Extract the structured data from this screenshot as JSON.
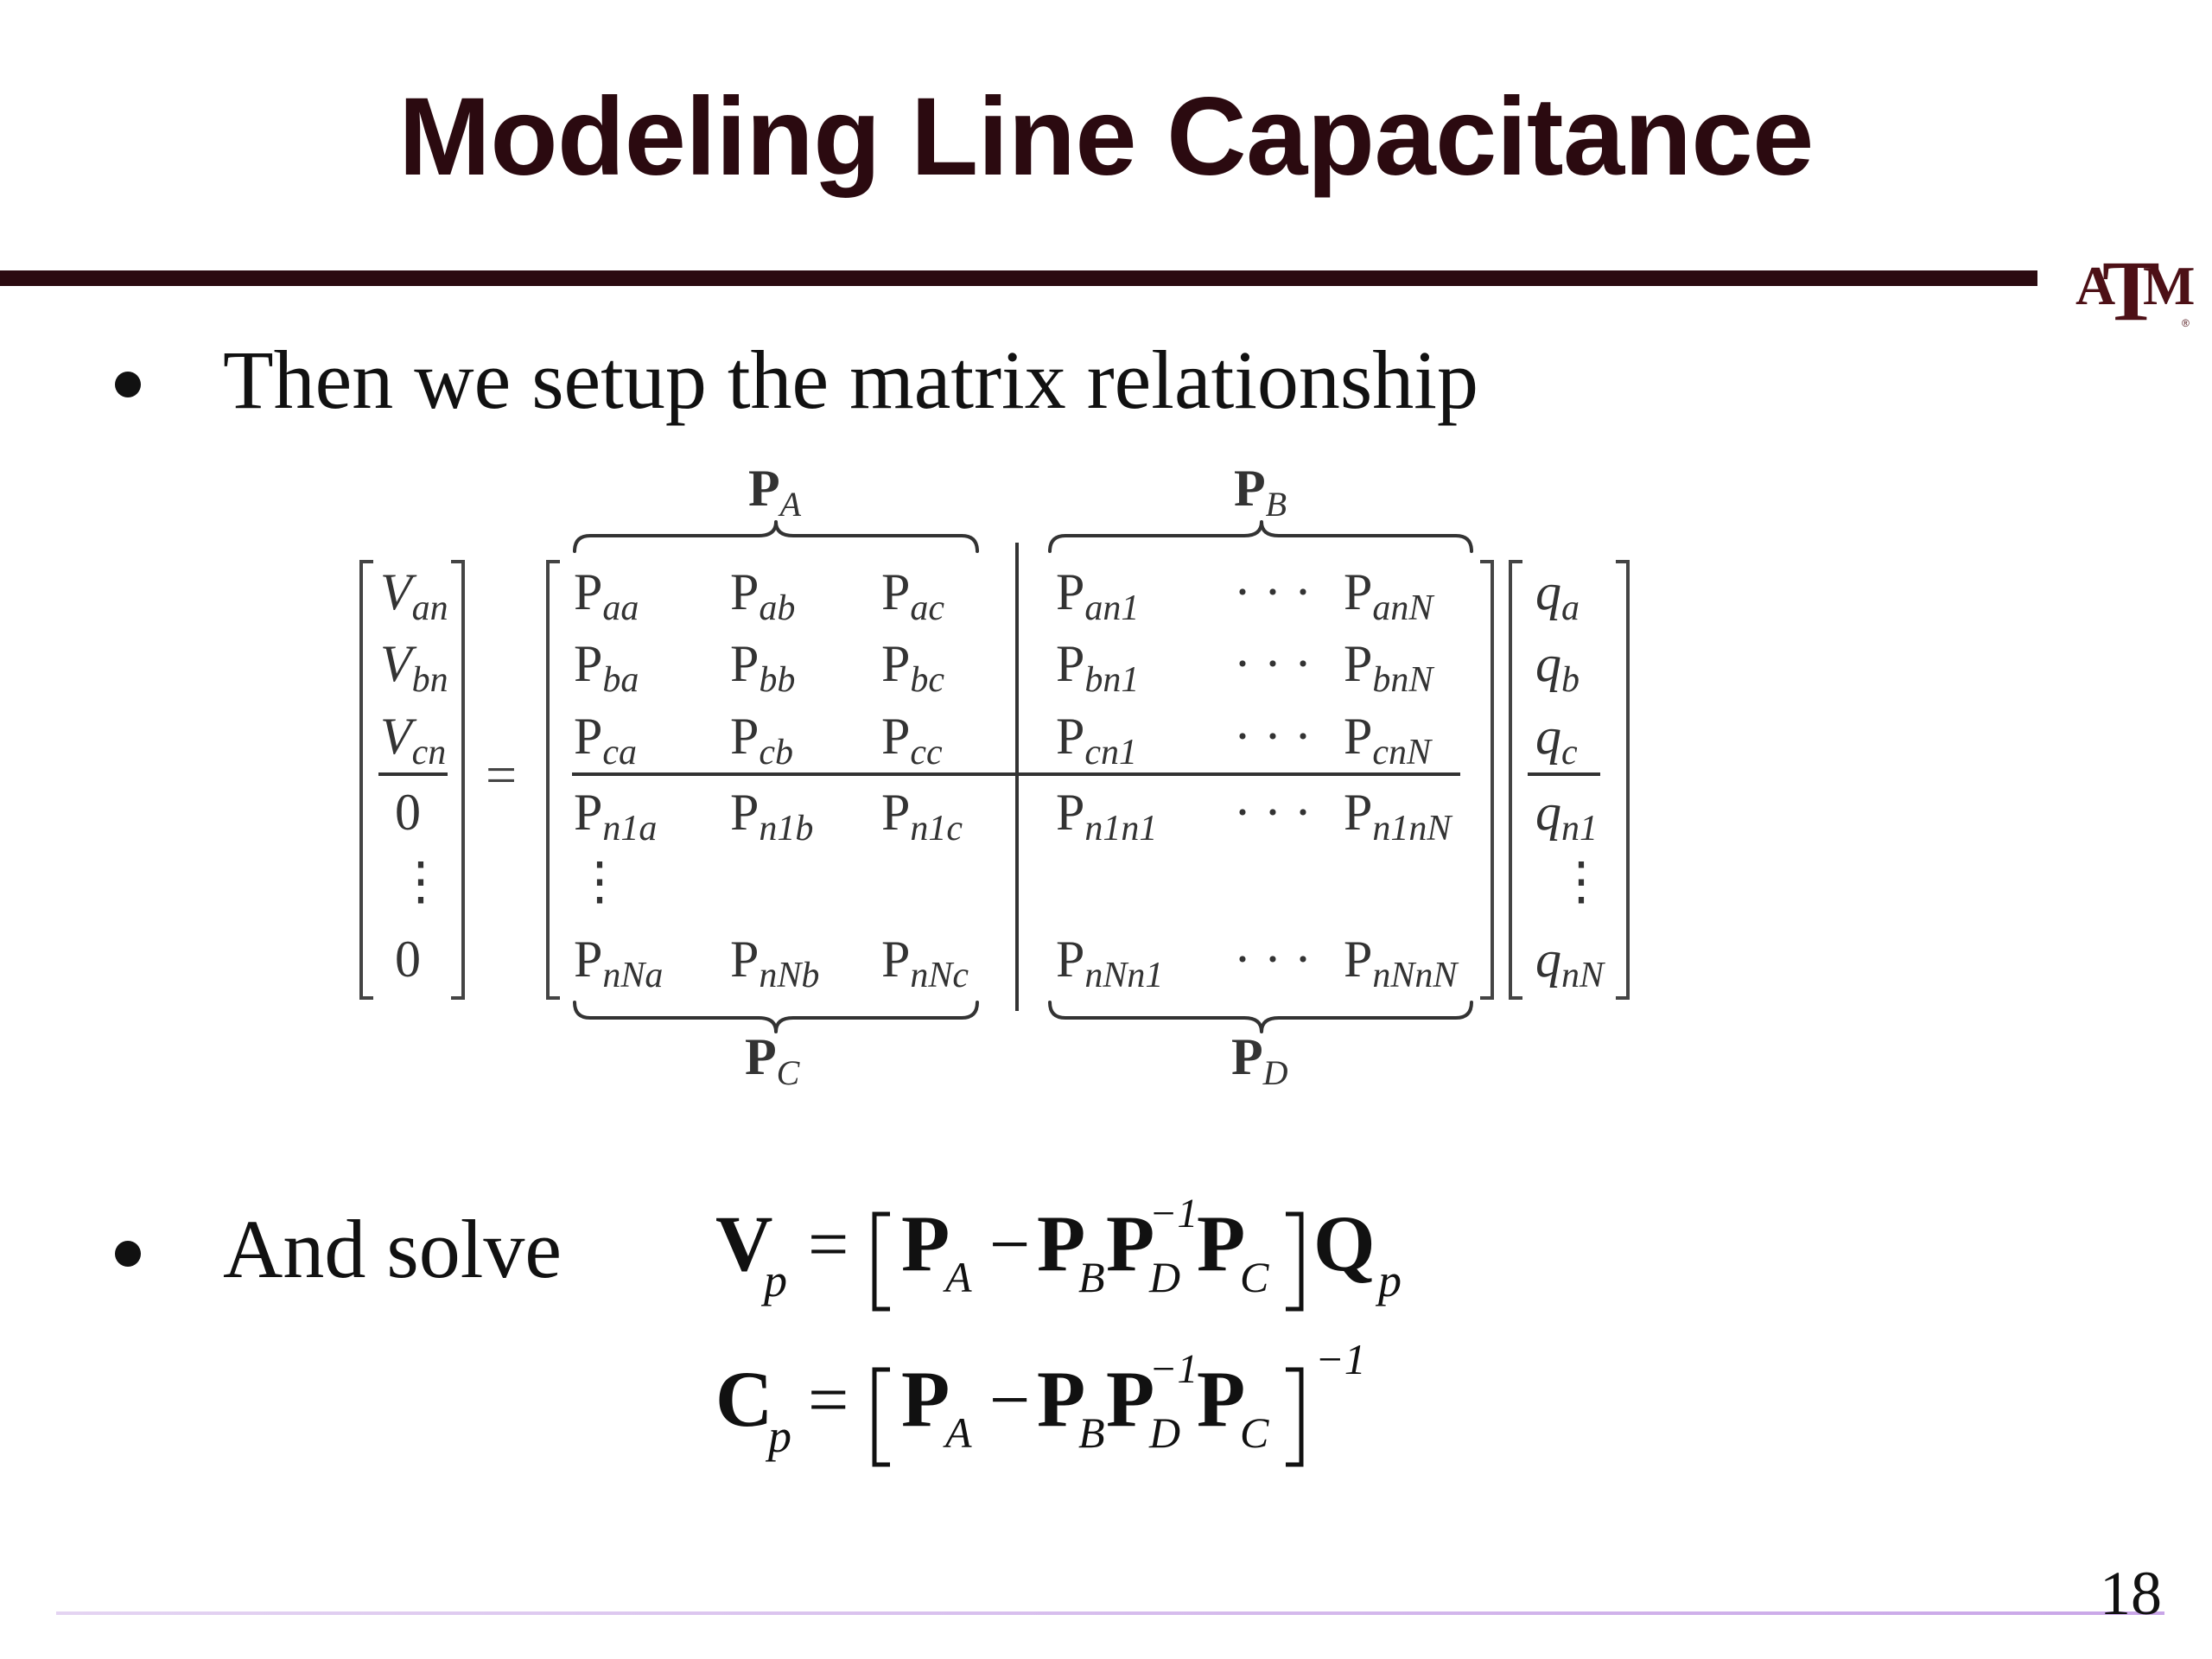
{
  "slide": {
    "title": "Modeling Line Capacitance",
    "logo_text": {
      "a": "A",
      "t": "T",
      "m": "M",
      "r": "®"
    },
    "bullets": [
      {
        "text": "Then we setup the matrix relationship"
      },
      {
        "text": "And solve"
      }
    ],
    "page_number": "18",
    "colors": {
      "title": "#2b0a10",
      "rule": "#2b0a10",
      "footer_line": "#c9a6e8"
    }
  },
  "matrix": {
    "braces": {
      "PA": {
        "main": "P",
        "sub": "A"
      },
      "PB": {
        "main": "P",
        "sub": "B"
      },
      "PC": {
        "main": "P",
        "sub": "C"
      },
      "PD": {
        "main": "P",
        "sub": "D"
      }
    },
    "equals": "=",
    "lhs": [
      {
        "main": "V",
        "sub": "an"
      },
      {
        "main": "V",
        "sub": "bn"
      },
      {
        "main": "V",
        "sub": "cn"
      },
      {
        "main": "0",
        "sub": ""
      },
      {
        "main": "⋮",
        "sub": ""
      },
      {
        "main": "0",
        "sub": ""
      }
    ],
    "rows": [
      [
        {
          "main": "P",
          "sub": "aa"
        },
        {
          "main": "P",
          "sub": "ab"
        },
        {
          "main": "P",
          "sub": "ac"
        },
        {
          "main": "P",
          "sub": "an1"
        },
        {
          "main": "· · ·",
          "sub": ""
        },
        {
          "main": "P",
          "sub": "anN"
        }
      ],
      [
        {
          "main": "P",
          "sub": "ba"
        },
        {
          "main": "P",
          "sub": "bb"
        },
        {
          "main": "P",
          "sub": "bc"
        },
        {
          "main": "P",
          "sub": "bn1"
        },
        {
          "main": "· · ·",
          "sub": ""
        },
        {
          "main": "P",
          "sub": "bnN"
        }
      ],
      [
        {
          "main": "P",
          "sub": "ca"
        },
        {
          "main": "P",
          "sub": "cb"
        },
        {
          "main": "P",
          "sub": "cc"
        },
        {
          "main": "P",
          "sub": "cn1"
        },
        {
          "main": "· · ·",
          "sub": ""
        },
        {
          "main": "P",
          "sub": "cnN"
        }
      ],
      [
        {
          "main": "P",
          "sub": "n1a"
        },
        {
          "main": "P",
          "sub": "n1b"
        },
        {
          "main": "P",
          "sub": "n1c"
        },
        {
          "main": "P",
          "sub": "n1n1"
        },
        {
          "main": "· · ·",
          "sub": ""
        },
        {
          "main": "P",
          "sub": "n1nN"
        }
      ],
      [
        {
          "main": "⋮",
          "sub": ""
        },
        {
          "main": "",
          "sub": ""
        },
        {
          "main": "",
          "sub": ""
        },
        {
          "main": "",
          "sub": ""
        },
        {
          "main": "",
          "sub": ""
        },
        {
          "main": "",
          "sub": ""
        }
      ],
      [
        {
          "main": "P",
          "sub": "nNa"
        },
        {
          "main": "P",
          "sub": "nNb"
        },
        {
          "main": "P",
          "sub": "nNc"
        },
        {
          "main": "P",
          "sub": "nNn1"
        },
        {
          "main": "· · ·",
          "sub": ""
        },
        {
          "main": "P",
          "sub": "nNnN"
        }
      ]
    ],
    "rhs": [
      {
        "main": "q",
        "sub": "a"
      },
      {
        "main": "q",
        "sub": "b"
      },
      {
        "main": "q",
        "sub": "c"
      },
      {
        "main": "q",
        "sub": "n1"
      },
      {
        "main": "⋮",
        "sub": ""
      },
      {
        "main": "q",
        "sub": "nN"
      }
    ]
  },
  "equations": {
    "eq1": {
      "lhs": "V",
      "lhs_sub": "p",
      "equals": "=",
      "p1": "P",
      "p1_sub": "A",
      "minus": "−",
      "p2": "P",
      "p2_sub": "B",
      "p3": "P",
      "p3_sub": "D",
      "p3_sup": "−1",
      "p4": "P",
      "p4_sub": "C",
      "tail": "Q",
      "tail_sub": "p"
    },
    "eq2": {
      "lhs": "C",
      "lhs_sub": "p",
      "equals": "=",
      "p1": "P",
      "p1_sub": "A",
      "minus": "−",
      "p2": "P",
      "p2_sub": "B",
      "p3": "P",
      "p3_sub": "D",
      "p3_sup": "−1",
      "p4": "P",
      "p4_sub": "C",
      "outer_sup": "−1"
    }
  }
}
